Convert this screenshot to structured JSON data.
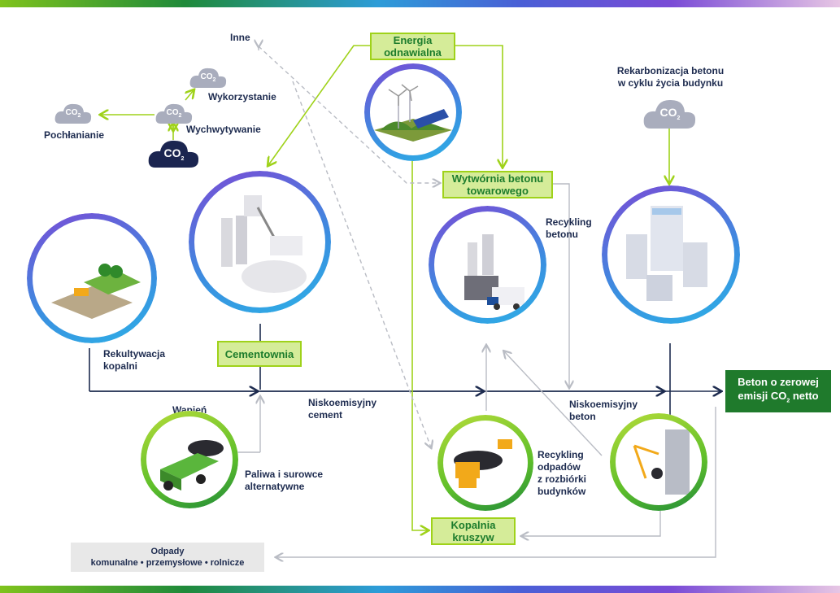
{
  "labels": {
    "inne": "Inne",
    "energia": "Energia odnawialna",
    "rekarbonizacja": "Rekarbonizacja betonu\nw cyklu życia budynku",
    "wykorzystanie": "Wykorzystanie",
    "wychwytywanie": "Wychwytywanie",
    "pochlanianie": "Pochłanianie",
    "wytwornia": "Wytwórnia betonu\ntowarowego",
    "recykling_betonu": "Recykling\nbetonu",
    "rekultywacja": "Rekultywacja\nkopalni",
    "cementownia": "Cementownia",
    "wapien": "Wapień",
    "niskoemisyjny_cement": "Niskoemisyjny\ncement",
    "niskoemisyjny_beton": "Niskoemisyjny\nbeton",
    "beton_final_1": "Beton o zerowej",
    "beton_final_2_pre": "emisji CO",
    "beton_final_2_sub": "2",
    "beton_final_2_post": " netto",
    "paliwa": "Paliwa i surowce\nalternatywne",
    "recykling_odpadow": "Recykling\nodpadów\nz rozbiórki\nbudynków",
    "kopalnia": "Kopalnia\nkruszyw",
    "odpady_1": "Odpady",
    "odpady_2": "komunalne • przemysłowe • rolnicze"
  },
  "clouds": {
    "co2": "CO",
    "sub": "2"
  },
  "colors": {
    "lime": "#9fd21a",
    "grey_arrow": "#b9bcc4",
    "navy": "#1d2b4f",
    "teal_arrow": "#2fc49a",
    "final_green": "#1f7a2c"
  }
}
